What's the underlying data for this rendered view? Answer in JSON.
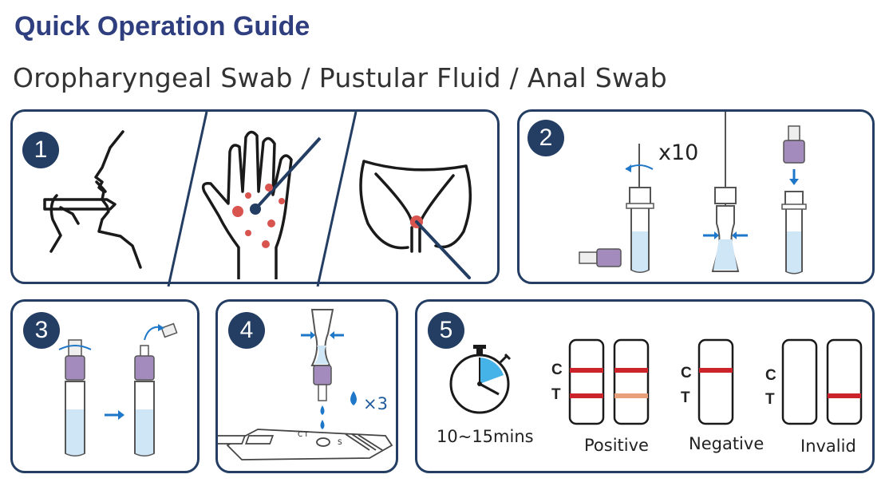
{
  "header": {
    "title": "Quick Operation Guide",
    "subtitle": "Oropharyngeal Swab / Pustular Fluid / Anal Swab"
  },
  "steps": [
    {
      "number": "1"
    },
    {
      "number": "2",
      "repeat_label": "x10"
    },
    {
      "number": "3"
    },
    {
      "number": "4",
      "drops_label": "×3",
      "device_marks": [
        "C",
        "T",
        "S"
      ]
    },
    {
      "number": "5",
      "time_label": "10~15mins"
    }
  ],
  "results": {
    "c_label": "C",
    "t_label": "T",
    "positive": "Positive",
    "negative": "Negative",
    "invalid": "Invalid"
  },
  "colors": {
    "navy": "#233d63",
    "line_red": "#cc2229",
    "faint_line": "#e8a07a",
    "liquid": "#cfe6f6",
    "cap_purple": "#a48bbd",
    "accent_blue": "#1e77c8"
  }
}
